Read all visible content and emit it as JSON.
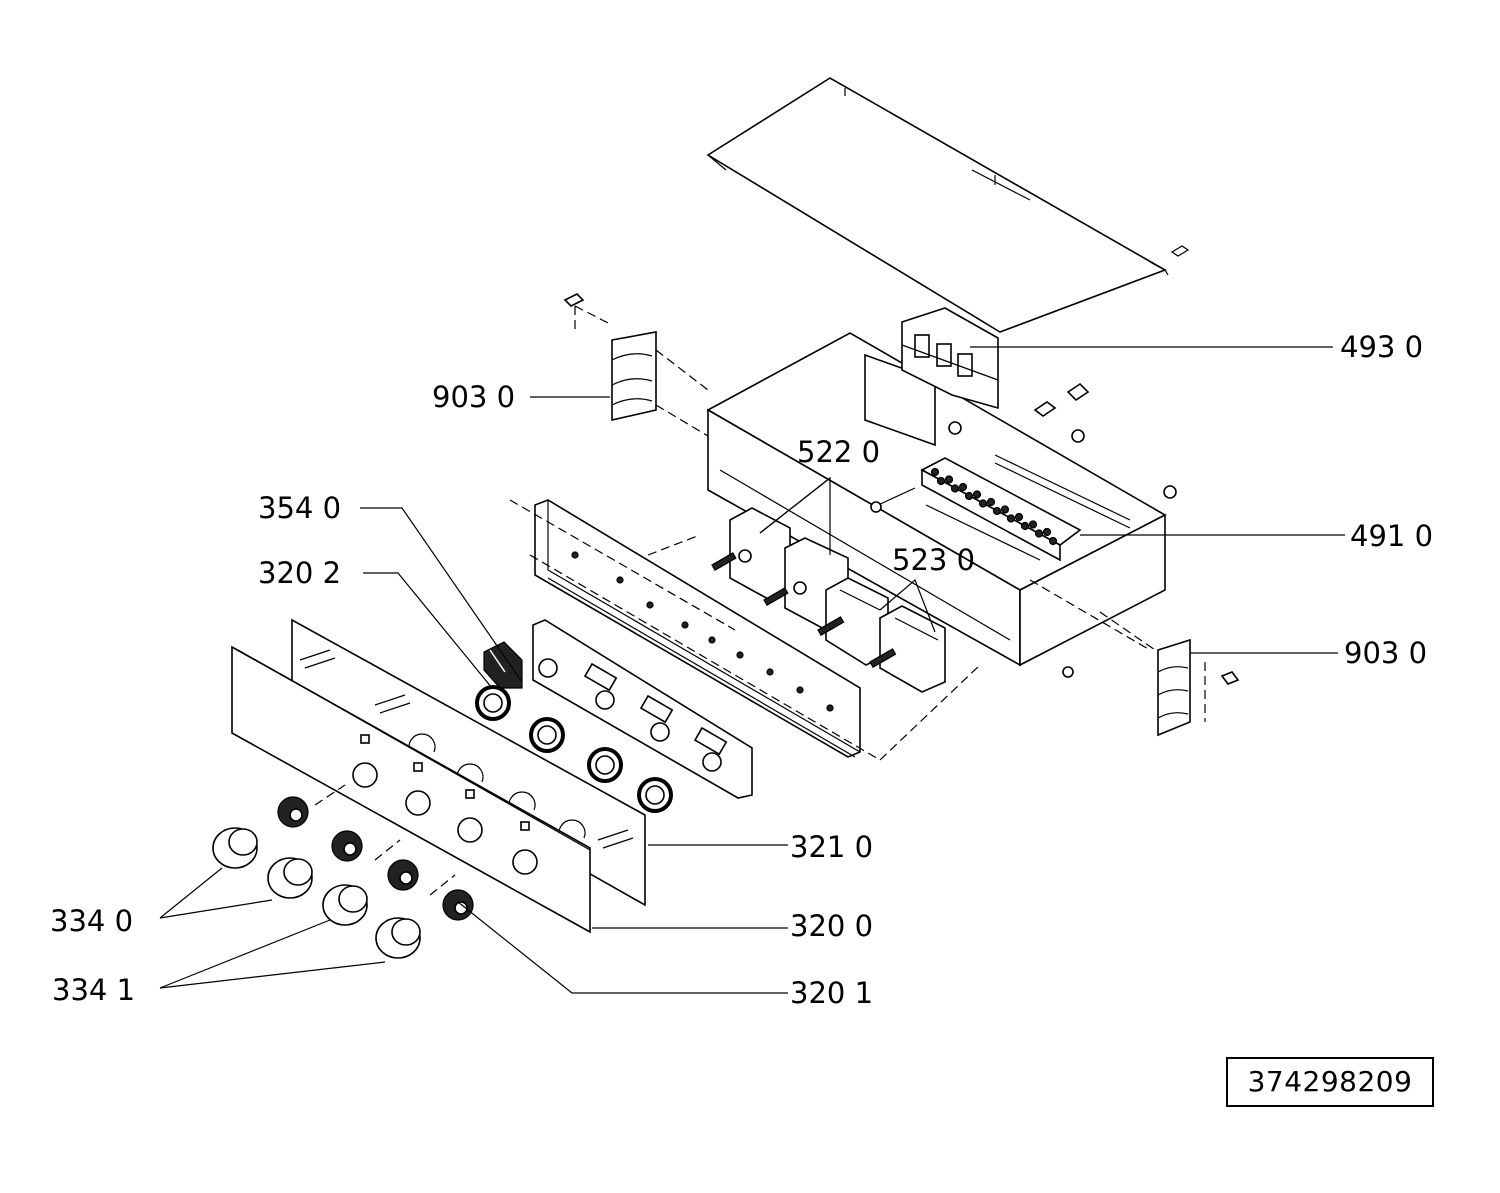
{
  "labels": {
    "l4930": "493  0",
    "l9030a": "903  0",
    "l5220": "522  0",
    "l3540": "354  0",
    "l4910": "491  0",
    "l3202": "320  2",
    "l5230": "523  0",
    "l9030b": "903  0",
    "l3210": "321  0",
    "l3340": "334  0",
    "l3200": "320  0",
    "l3341": "334  1",
    "l3201": "320  1"
  },
  "drawing_number": "374298209"
}
